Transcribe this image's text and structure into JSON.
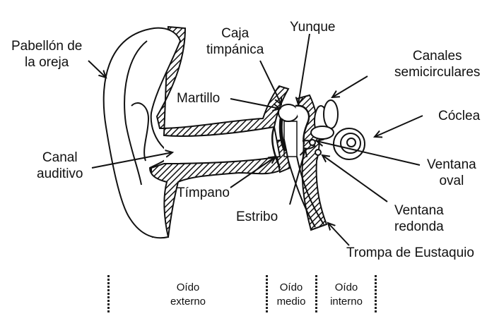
{
  "labels": {
    "pabellon": "Pabellón de\nla oreja",
    "caja": "Caja\ntimpánica",
    "yunque": "Yunque",
    "canales": "Canales\nsemicirculares",
    "martillo": "Martillo",
    "coclea": "Cóclea",
    "canal": "Canal\nauditivo",
    "ventana_oval": "Ventana\noval",
    "timpano": "Tímpano",
    "estribo": "Estribo",
    "ventana_redonda": "Ventana\nredonda",
    "trompa": "Trompa de Eustaquio"
  },
  "sections": {
    "externo": "Oído\nexterno",
    "medio": "Oído\nmedio",
    "interno": "Oído\ninterno"
  }
}
